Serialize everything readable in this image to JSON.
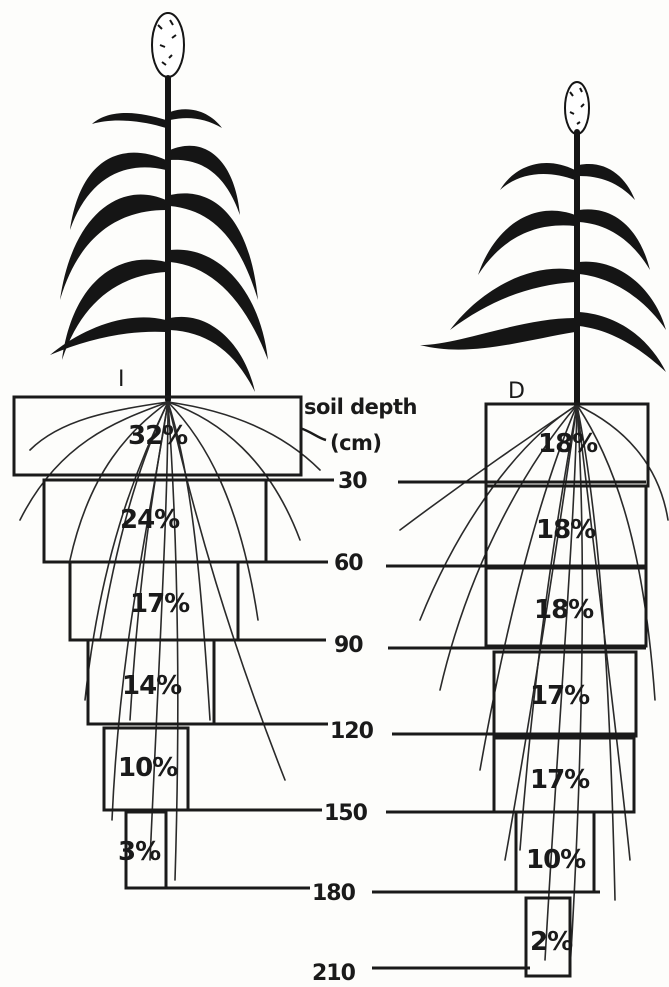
{
  "diagram": {
    "legend_line1": "soil depth",
    "legend_line2": "(cm)",
    "plants": [
      {
        "id": "I",
        "layers": [
          "32%",
          "24%",
          "17%",
          "14%",
          "10%",
          "3%"
        ]
      },
      {
        "id": "D",
        "layers": [
          "18%",
          "18%",
          "18%",
          "17%",
          "17%",
          "10%",
          "2%"
        ]
      }
    ],
    "depths": [
      "30",
      "60",
      "90",
      "120",
      "150",
      "180",
      "210"
    ]
  }
}
